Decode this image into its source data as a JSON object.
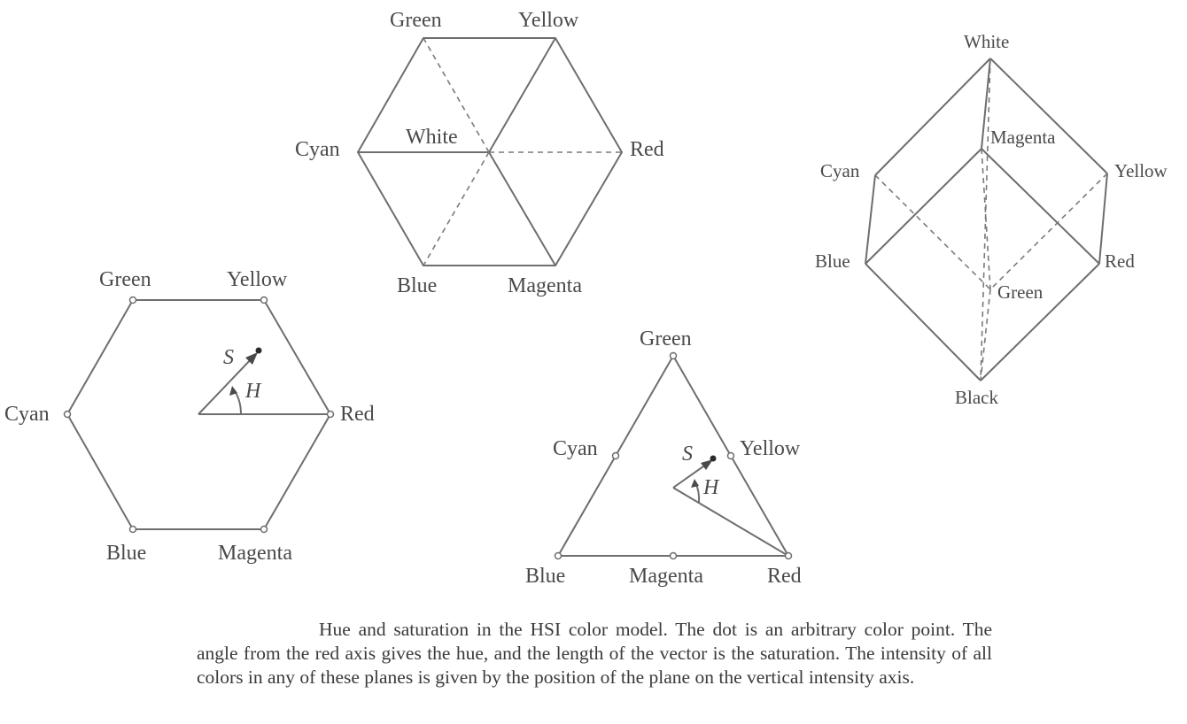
{
  "hexagon_top": {
    "labels": {
      "green": "Green",
      "yellow": "Yellow",
      "cyan": "Cyan",
      "red": "Red",
      "blue": "Blue",
      "magenta": "Magenta",
      "white": "White"
    }
  },
  "cube": {
    "labels": {
      "white": "White",
      "magenta": "Magenta",
      "cyan": "Cyan",
      "yellow": "Yellow",
      "blue": "Blue",
      "red": "Red",
      "green": "Green",
      "black": "Black"
    }
  },
  "hexagon_bottom": {
    "labels": {
      "green": "Green",
      "yellow": "Yellow",
      "cyan": "Cyan",
      "red": "Red",
      "blue": "Blue",
      "magenta": "Magenta",
      "s": "S",
      "h": "H"
    }
  },
  "triangle": {
    "labels": {
      "green": "Green",
      "cyan": "Cyan",
      "yellow": "Yellow",
      "blue": "Blue",
      "magenta": "Magenta",
      "red": "Red",
      "s": "S",
      "h": "H"
    }
  },
  "caption": "Hue and saturation in the HSI color model. The dot is an arbitrary color point. The angle from the red axis gives the hue, and the length of the vector is the saturation. The intensity of all colors in any of these planes is given by the position of the plane on the vertical intensity axis."
}
